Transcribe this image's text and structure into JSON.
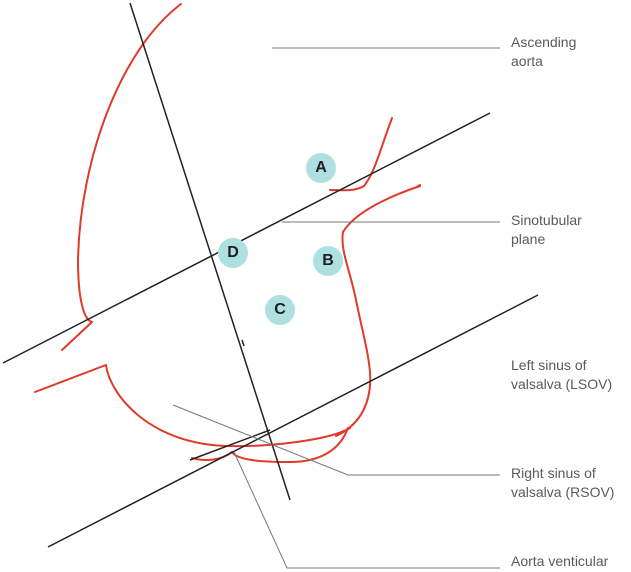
{
  "colors": {
    "aorta_outline": "#e03a2a",
    "reference_line": "#222222",
    "leader_line": "#777777",
    "marker_fill": "#aee0e2",
    "marker_text": "#1e1e1e",
    "label_text": "#5a5a5a"
  },
  "labels": {
    "ascending_aorta": [
      "Ascending",
      "aorta"
    ],
    "sinotubular_plane": [
      "Sinotubular",
      "plane"
    ],
    "lsov": [
      "Left sinus of",
      "valsalva (LSOV)"
    ],
    "rsov": [
      "Right sinus of",
      "valsalva (RSOV)"
    ],
    "aorta_ventricular": [
      "Aorta venticular"
    ]
  },
  "markers": {
    "a": "A",
    "b": "B",
    "c": "C",
    "d": "D"
  }
}
